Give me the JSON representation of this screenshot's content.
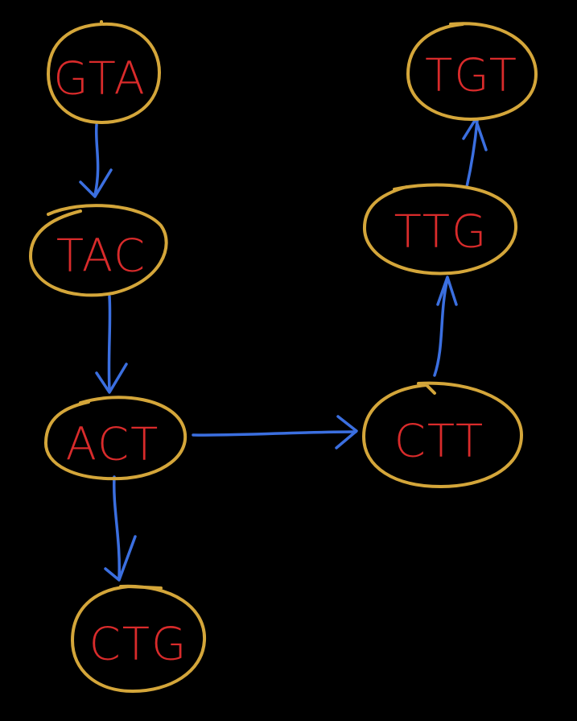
{
  "colors": {
    "background": "#000000",
    "node_outline": "#d4a63a",
    "node_label": "#d92b2b",
    "edge": "#3b6fe0"
  },
  "nodes": [
    {
      "id": "gta",
      "label": "GTA"
    },
    {
      "id": "tac",
      "label": "TAC"
    },
    {
      "id": "act",
      "label": "ACT"
    },
    {
      "id": "ctg",
      "label": "CTG"
    },
    {
      "id": "ctt",
      "label": "CTT"
    },
    {
      "id": "ttg",
      "label": "TTG"
    },
    {
      "id": "tgt",
      "label": "TGT"
    }
  ],
  "edges": [
    {
      "from": "gta",
      "to": "tac"
    },
    {
      "from": "tac",
      "to": "act"
    },
    {
      "from": "act",
      "to": "ctg"
    },
    {
      "from": "act",
      "to": "ctt"
    },
    {
      "from": "ctt",
      "to": "ttg"
    },
    {
      "from": "ttg",
      "to": "tgt"
    }
  ]
}
